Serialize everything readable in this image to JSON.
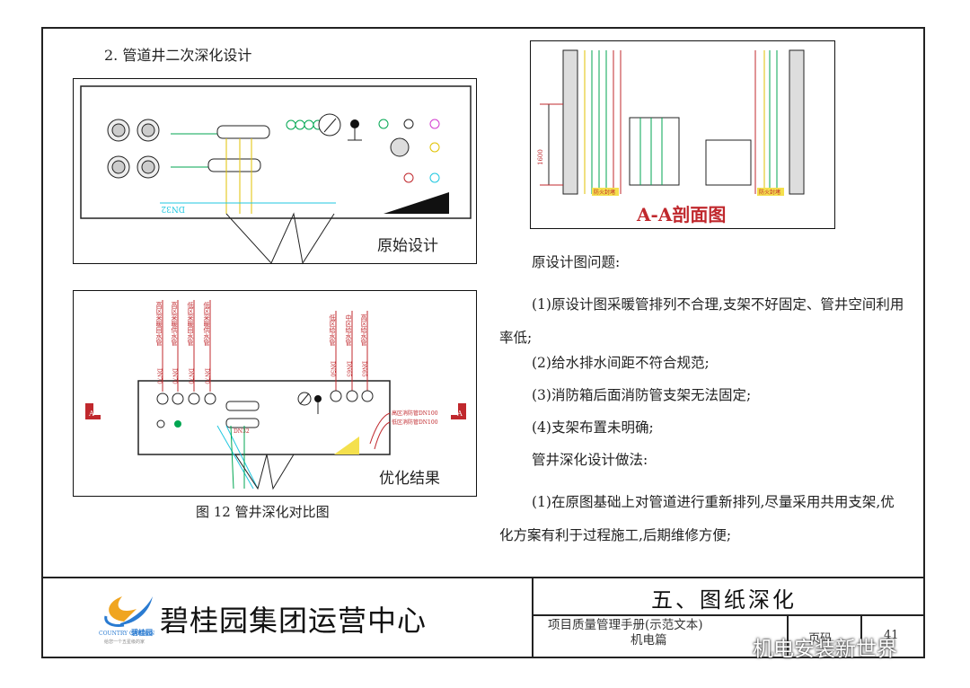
{
  "section_heading": "2. 管道井二次深化设计",
  "figures": {
    "original": {
      "label": "原始设计",
      "dn_tag": "DN32"
    },
    "optimized": {
      "label": "优化结果",
      "marker_a": "A",
      "left_pipe_labels": [
        "高区采暖回水管",
        "高区采暖供水管",
        "低区采暖回水管",
        "低区采暖供水管"
      ],
      "left_pipe_sizes": [
        "DN70",
        "DN70",
        "DN70",
        "DN70"
      ],
      "right_pipe_labels": [
        "低区给水管",
        "中区给水管",
        "高区给水管"
      ],
      "right_pipe_sizes": [
        "DN50",
        "DN65",
        "DN65"
      ],
      "small_tag": "DN32",
      "fire_labels": [
        "高区消防管DN100",
        "低区消防管DN100"
      ]
    },
    "section": {
      "title": "A-A剖面图",
      "tag_left": "防火封堵",
      "tag_right": "防火封堵",
      "dim": "1600"
    },
    "caption": "图 12 管井深化对比图"
  },
  "text": {
    "problems_title": "原设计图问题:",
    "problems": [
      "(1)原设计图采暖管排列不合理,支架不好固定、管井空间利用率低;",
      "(2)给水排水间距不符合规范;",
      "(3)消防箱后面消防管支架无法固定;",
      "(4)支架布置未明确;"
    ],
    "methods_title": "管井深化设计做法:",
    "methods": [
      "(1)在原图基础上对管道进行重新排列,尽量采用共用支架,优化方案有利于过程施工,后期维修方便;"
    ]
  },
  "footer": {
    "company": "碧桂园集团运营中心",
    "logo_text": "碧桂园",
    "logo_en": "COUNTRY GARDEN",
    "logo_slogan": "给您一个五星级的家",
    "chapter": "五、图纸深化",
    "manual_line1": "项目质量管理手册(示范文本)",
    "manual_line2": "机电篇",
    "page_label": "页码",
    "page_number": "41"
  },
  "watermark": "机电安装新世界",
  "colors": {
    "green": "#00a651",
    "red": "#c0282d",
    "cyan": "#1fc7e0",
    "yellow": "#f4e04d",
    "magenta": "#d23ccf"
  }
}
